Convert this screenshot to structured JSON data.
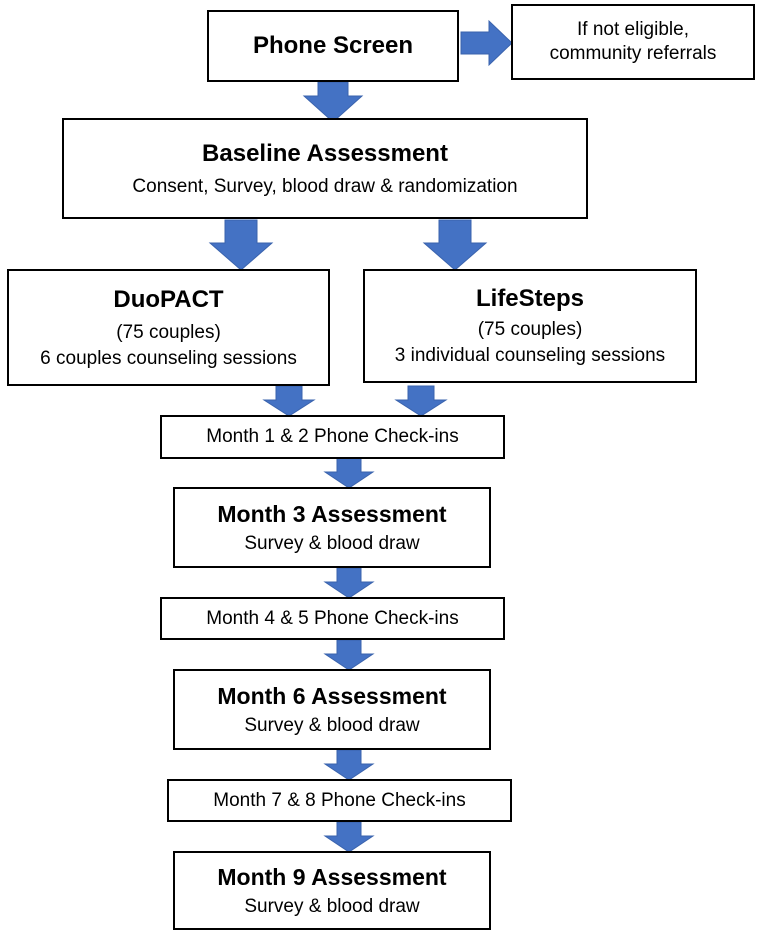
{
  "colors": {
    "arrow": "#4472C4",
    "border": "#000000",
    "background": "#FFFFFF"
  },
  "phone_screen": {
    "title": "Phone Screen"
  },
  "referral": {
    "line1": "If not eligible,",
    "line2": "community referrals"
  },
  "baseline": {
    "title": "Baseline Assessment",
    "detail": "Consent, Survey, blood draw & randomization"
  },
  "duopact": {
    "title": "DuoPACT",
    "count": "(75 couples)",
    "detail": "6 couples counseling sessions"
  },
  "lifesteps": {
    "title": "LifeSteps",
    "count": "(75 couples)",
    "detail": "3 individual counseling sessions"
  },
  "checkin_1_2": {
    "label": "Month 1 & 2 Phone Check-ins"
  },
  "month3": {
    "title": "Month 3 Assessment",
    "detail": "Survey & blood draw"
  },
  "checkin_4_5": {
    "label": "Month 4 & 5 Phone Check-ins"
  },
  "month6": {
    "title": "Month 6 Assessment",
    "detail": "Survey & blood draw"
  },
  "checkin_7_8": {
    "label": "Month 7 & 8 Phone Check-ins"
  },
  "month9": {
    "title": "Month 9 Assessment",
    "detail": "Survey & blood draw"
  }
}
